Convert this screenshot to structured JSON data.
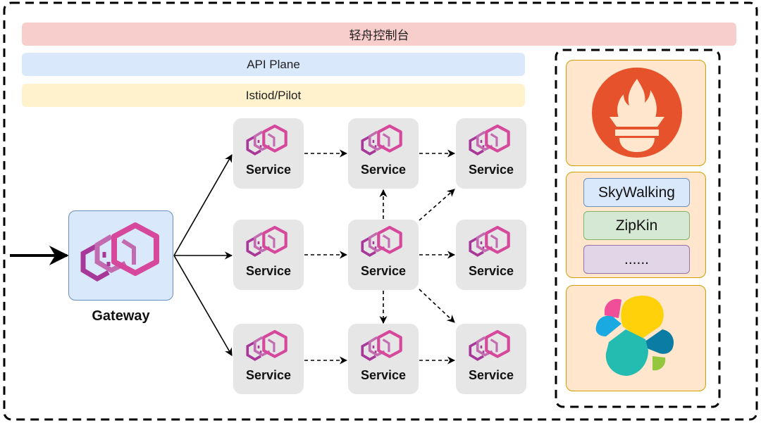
{
  "control_plane": {
    "console_label": "轻舟控制台",
    "api_plane_label": "API Plane",
    "istiod_label": "Istiod/Pilot"
  },
  "gateway": {
    "label": "Gateway",
    "icon": "envoy-icon"
  },
  "services": {
    "label": "Service",
    "icon": "envoy-icon",
    "grid": [
      [
        "Service",
        "Service",
        "Service"
      ],
      [
        "Service",
        "Service",
        "Service"
      ],
      [
        "Service",
        "Service",
        "Service"
      ]
    ]
  },
  "observability": {
    "metrics": {
      "icon": "prometheus-icon"
    },
    "tracing": {
      "items": [
        "SkyWalking",
        "ZipKin",
        "......"
      ]
    },
    "logging": {
      "icon": "elastic-icon"
    }
  },
  "colors": {
    "console": "#f8cecc",
    "api_plane": "#dae8fc",
    "istiod": "#fff2cc",
    "service_node": "#e6e6e6",
    "gateway_fill": "#dae8fc",
    "gateway_stroke": "#6c8ebf",
    "card_fill": "#ffe6cc",
    "card_stroke": "#d79b00",
    "prometheus": "#e6522c",
    "envoy_primary": "#d6489b",
    "envoy_secondary": "#c36bb0",
    "envoy_tertiary": "#a8379a"
  }
}
